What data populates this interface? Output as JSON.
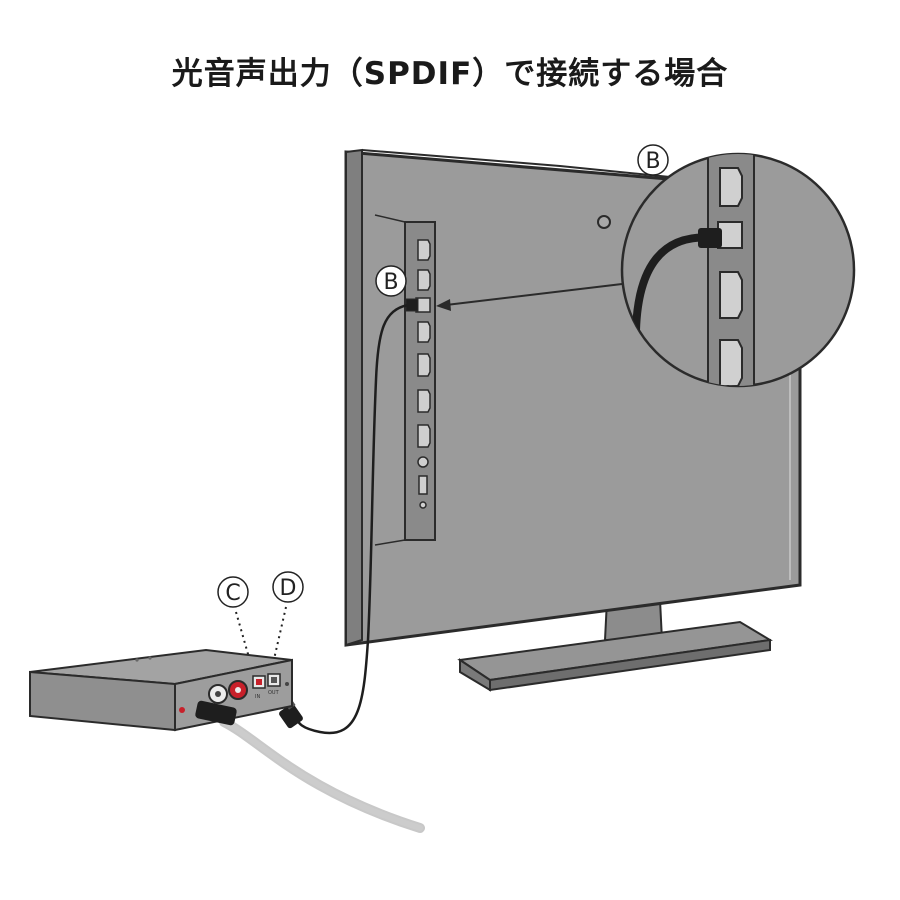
{
  "title": "光音声出力（SPDIF）で接続する場合",
  "callouts": {
    "tv_port": "B",
    "zoom_port": "B",
    "receiver_left": "C",
    "receiver_right": "D"
  },
  "receiver": {
    "port_in_label": "IN",
    "port_out_label": "OUT"
  },
  "colors": {
    "device_fill": "#9a9a9a",
    "device_dark": "#7d7d7d",
    "outline": "#2b2b2b",
    "cable": "#1e1e1e",
    "port_red": "#c8202a"
  }
}
